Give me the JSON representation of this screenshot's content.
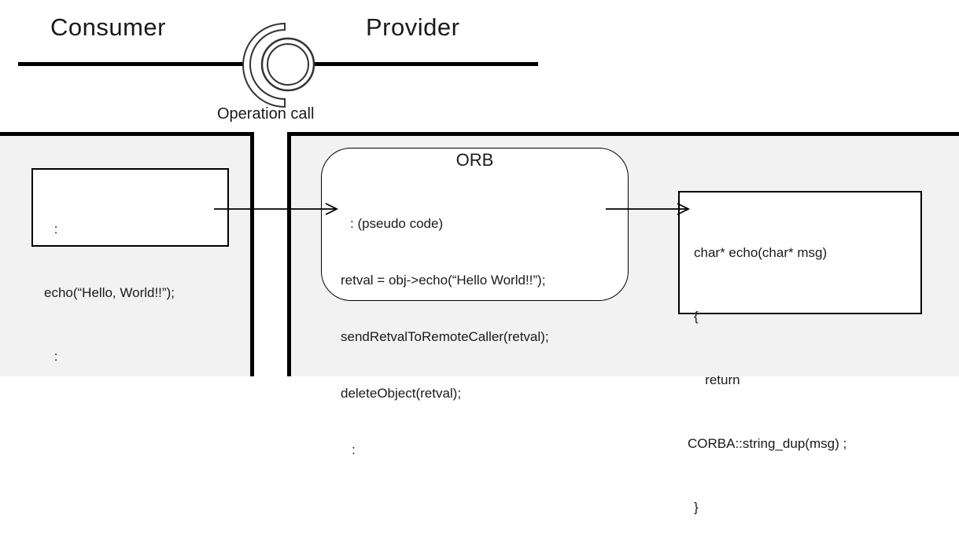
{
  "header": {
    "consumer_label": "Consumer",
    "provider_label": "Provider",
    "operation_call_label": "Operation call"
  },
  "consumer_box": {
    "lines": [
      " :",
      "echo(“Hello, World!!”);",
      " :"
    ]
  },
  "orb": {
    "title": "ORB",
    "lines": [
      ": (pseudo code)",
      "retval = obj->echo(“Hello World!!”);",
      "sendRetvalToRemoteCaller(retval);",
      "deleteObject(retval);",
      "   :"
    ]
  },
  "provider_box": {
    "lines": [
      "char* echo(char* msg)",
      "{",
      "   return",
      "CORBA::string_dup(msg) ;",
      "}"
    ]
  },
  "colors": {
    "panel_background": "#f2f2f2",
    "line": "#000000",
    "lollipop_outline": "#333333"
  }
}
